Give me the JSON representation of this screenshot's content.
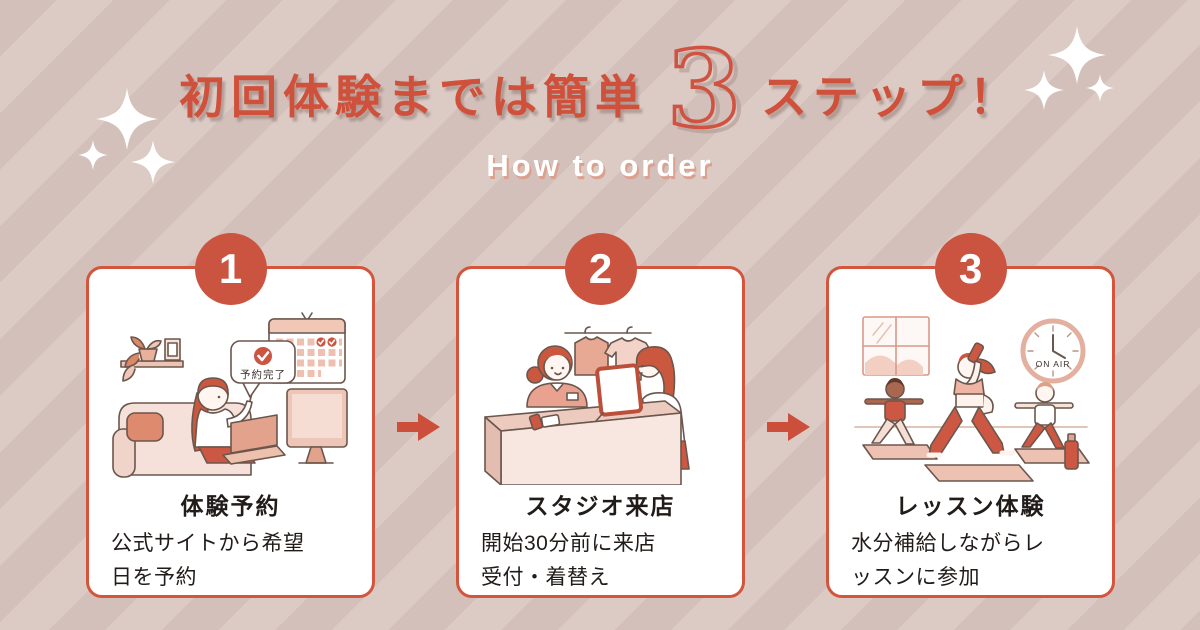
{
  "header": {
    "title_prefix": "初回体験までは簡単",
    "title_number": "3",
    "title_suffix": "ステップ！",
    "subtitle": "How to order"
  },
  "steps": [
    {
      "number": "1",
      "title": "体験予約",
      "description": "公式サイトから希望日を予約",
      "illustration": {
        "name": "booking-from-home",
        "bubble_text": "予約完了"
      }
    },
    {
      "number": "2",
      "title": "スタジオ来店",
      "description": "開始30分前に来店\n受付・着替え",
      "illustration": {
        "name": "studio-reception"
      }
    },
    {
      "number": "3",
      "title": "レッスン体験",
      "description": "水分補給しながらレッスンに参加",
      "illustration": {
        "name": "yoga-lesson",
        "clock_text": "ON AIR"
      }
    }
  ],
  "colors": {
    "accent_coral": "#cf5340",
    "stripe_dark": "#d3c0ba",
    "stripe_light": "#dccbc5",
    "card_background": "#ffffff",
    "text": "#211c19",
    "sparkle": "#ffffff"
  }
}
